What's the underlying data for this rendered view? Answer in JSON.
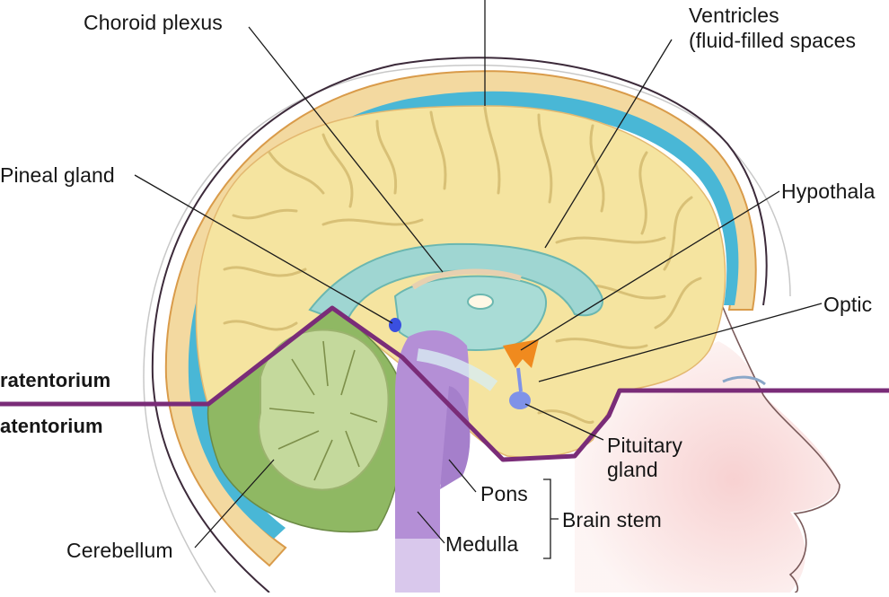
{
  "title": "Sagittal section of the human brain",
  "colors": {
    "cerebrum": "#f5e4a0",
    "cerebrum_sulcus": "#d9c275",
    "csf": "#49b7d6",
    "skull": "#f3d9a0",
    "skull_edge": "#d99b4a",
    "ventricle": "#9fd6d2",
    "ventricle_dark": "#6bb7b0",
    "cerebellum": "#9dbf72",
    "cerebellum_light": "#c4d99c",
    "brainstem": "#b48fd6",
    "spinal_cord": "#d9c8ec",
    "hypothalamus": "#f08a1e",
    "pineal": "#3a4fe0",
    "pituitary": "#7f92e8",
    "tentorium_line": "#7a2c78",
    "skin": "#f7dcdc",
    "leader": "#1a1a1a"
  },
  "labels": {
    "cerebrum": "",
    "choroid_plexus": "Choroid plexus",
    "ventricles_line1": "Ventricles",
    "ventricles_line2": "(fluid-filled spaces",
    "pineal_gland": "Pineal gland",
    "hypothalamus": "Hypothala",
    "optic": "Optic",
    "supratentorium": "ratentorium",
    "infratentorium": "atentorium",
    "pituitary_line1": "Pituitary",
    "pituitary_line2": "gland",
    "pons": "Pons",
    "medulla": "Medulla",
    "brain_stem": "Brain stem",
    "cerebellum": "Cerebellum"
  }
}
